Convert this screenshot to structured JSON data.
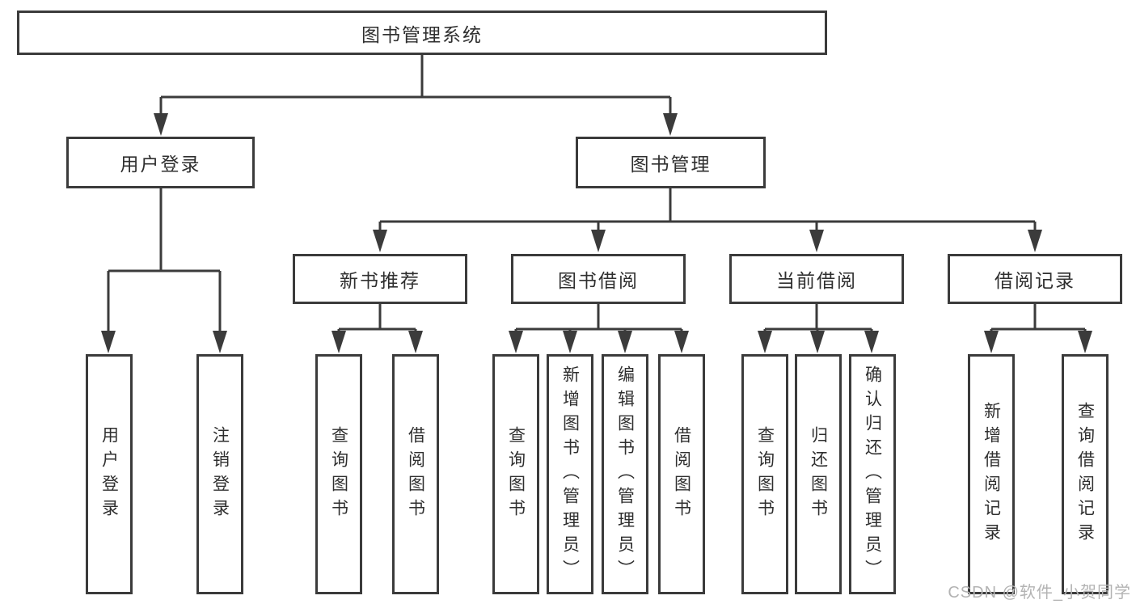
{
  "diagram": {
    "title": "图书管理系统",
    "root": {
      "label": "图书管理系统"
    },
    "branches": [
      {
        "label": "用户登录"
      },
      {
        "label": "图书管理"
      }
    ],
    "modules": [
      {
        "label": "新书推荐"
      },
      {
        "label": "图书借阅"
      },
      {
        "label": "当前借阅"
      },
      {
        "label": "借阅记录"
      }
    ],
    "functions": [
      {
        "label": "用户登录"
      },
      {
        "label": "注销登录"
      },
      {
        "label": "查询图书"
      },
      {
        "label": "借阅图书"
      },
      {
        "label": "查询图书"
      },
      {
        "label": "新增图书（管理员）"
      },
      {
        "label": "编辑图书（管理员）"
      },
      {
        "label": "借阅图书"
      },
      {
        "label": "查询图书"
      },
      {
        "label": "归还图书"
      },
      {
        "label": "确认归还（管理员）"
      },
      {
        "label": "新增借阅记录"
      },
      {
        "label": "查询借阅记录"
      }
    ]
  },
  "watermark": {
    "text": "CSDN @软件_小贺同学"
  },
  "colors": {
    "line": "#3b3b3b",
    "text": "#2f2f2f",
    "watermark": "#b3b3b3",
    "background": "#ffffff"
  }
}
